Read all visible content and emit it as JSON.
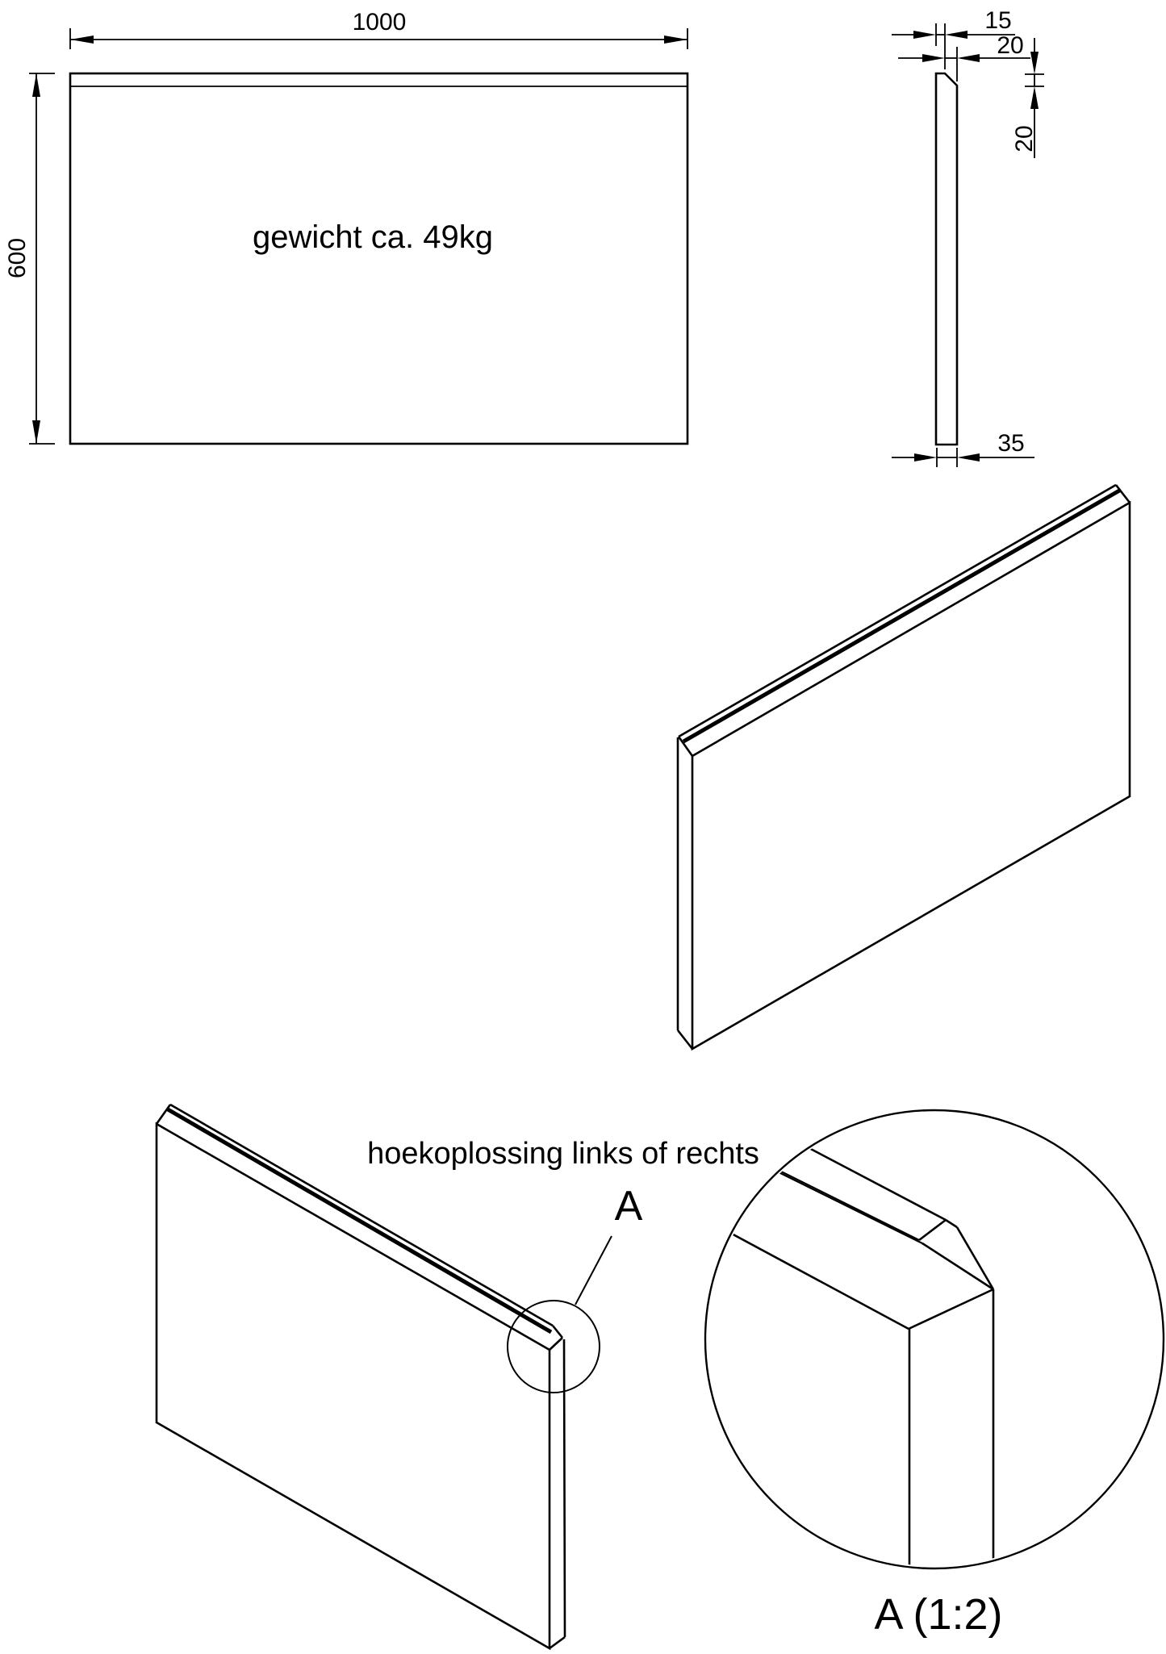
{
  "page": {
    "background": "#ffffff",
    "line_color": "#000000"
  },
  "front_view": {
    "width_label": "1000",
    "height_label": "600",
    "weight_note": "gewicht ca. 49kg"
  },
  "side_view": {
    "top_width_label": "15",
    "chamfer_width_label": "20",
    "chamfer_height_label": "20",
    "thickness_label": "35"
  },
  "annotations": {
    "corner_note": "hoekoplossing links of rechts",
    "detail_marker": "A",
    "detail_title": "A (1:2)"
  }
}
